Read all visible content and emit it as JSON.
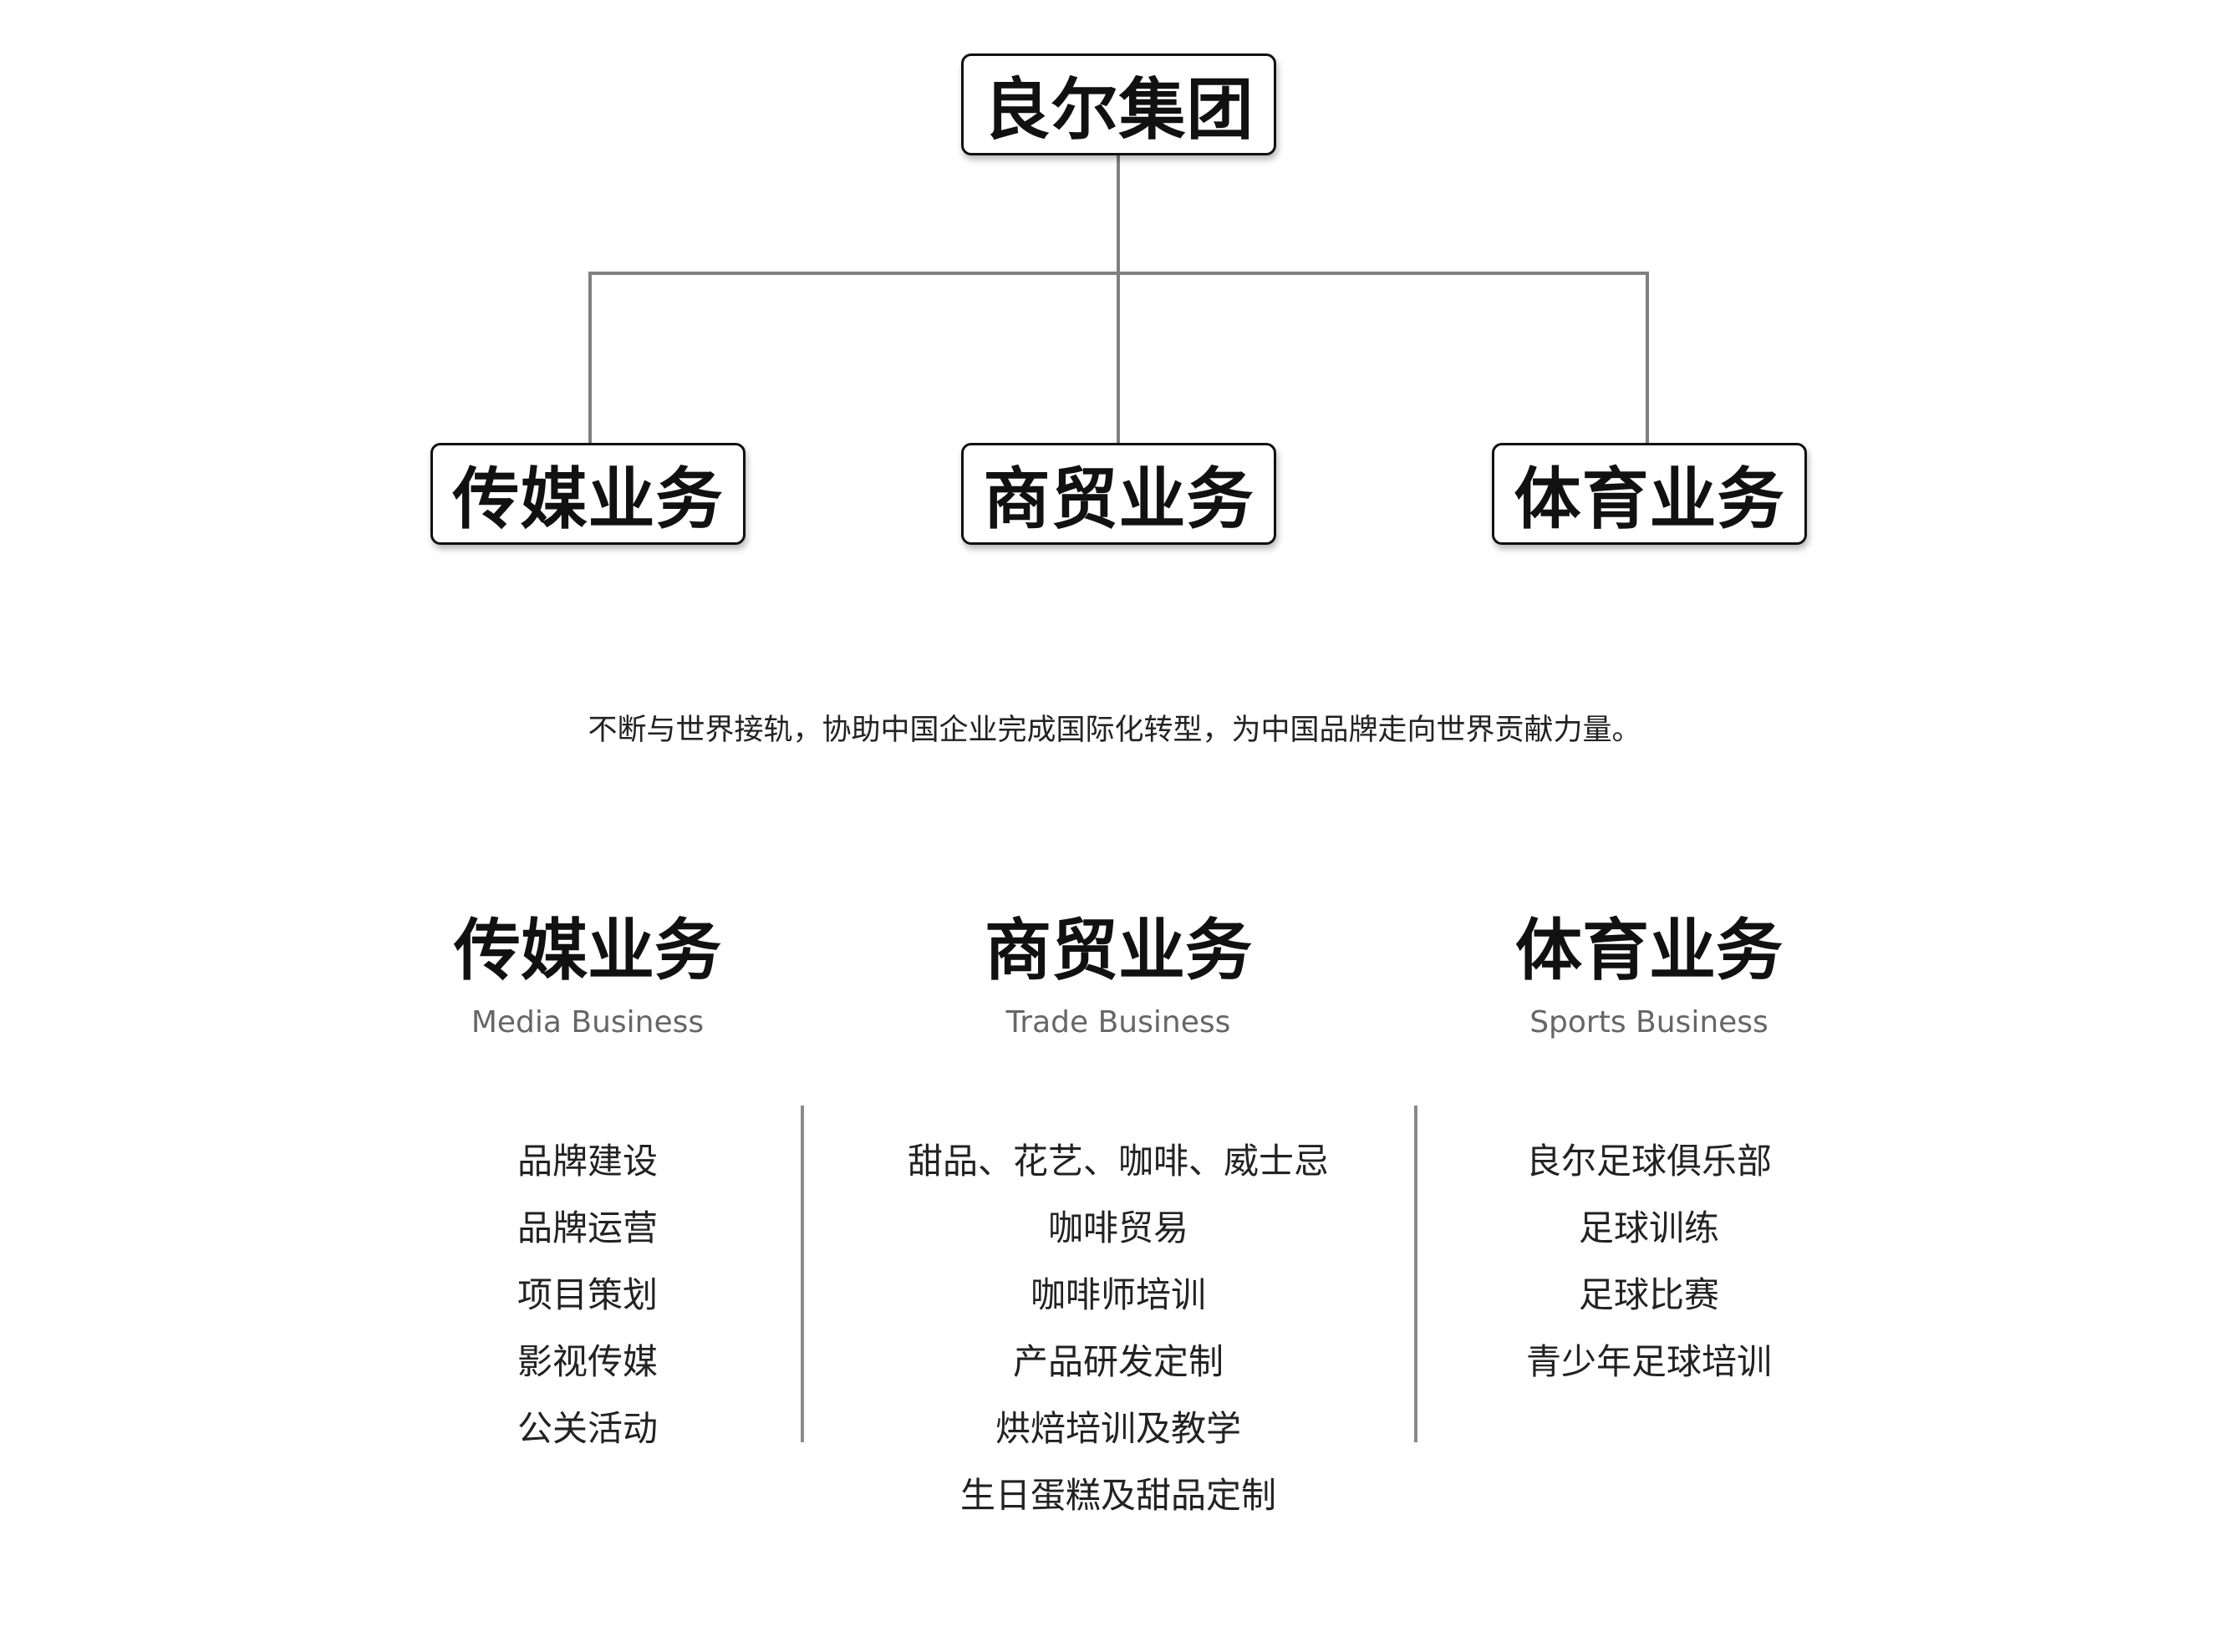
{
  "org": {
    "root": "良尔集团",
    "children": [
      "传媒业务",
      "商贸业务",
      "体育业务"
    ],
    "line_color": "#808080"
  },
  "tagline": "不断与世界接轨，协助中国企业完成国际化转型，为中国品牌走向世界贡献力量。",
  "sections": [
    {
      "title": "传媒业务",
      "subtitle": "Media Business",
      "items": [
        "品牌建设",
        "品牌运营",
        "项目策划",
        "影视传媒",
        "公关活动"
      ]
    },
    {
      "title": "商贸业务",
      "subtitle": "Trade Business",
      "items": [
        "甜品、花艺、咖啡、威士忌",
        "咖啡贸易",
        "咖啡师培训",
        "产品研发定制",
        "烘焙培训及教学",
        "生日蛋糕及甜品定制"
      ]
    },
    {
      "title": "体育业务",
      "subtitle": "Sports Business",
      "items": [
        "良尔足球俱乐部",
        "足球训练",
        "足球比赛",
        "青少年足球培训"
      ]
    }
  ]
}
